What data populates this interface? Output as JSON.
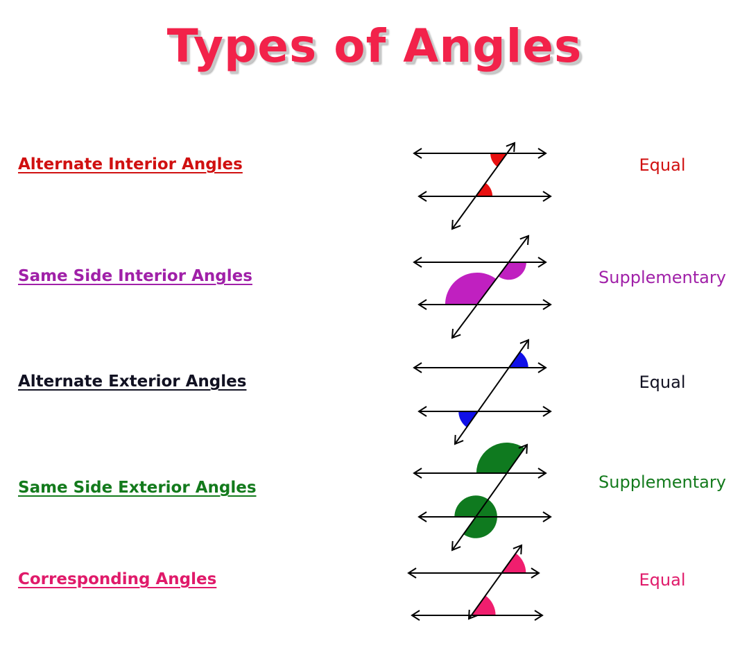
{
  "title": "Types of Angles",
  "rows": [
    {
      "label": "Alternate Interior Angles",
      "relation": "Equal",
      "color": "#d01010",
      "marker_color": "#e81010",
      "kind": "alternate-interior"
    },
    {
      "label": "Same Side Interior Angles",
      "relation": "Supplementary",
      "color": "#a020a8",
      "marker_color": "#c020c0",
      "kind": "same-side-interior"
    },
    {
      "label": "Alternate Exterior Angles",
      "relation": "Equal",
      "color": "#111122",
      "marker_color": "#1010e8",
      "kind": "alternate-exterior"
    },
    {
      "label": "Same Side Exterior Angles",
      "relation": "Supplementary",
      "color": "#137a1c",
      "marker_color": "#0f7a1f",
      "kind": "same-side-exterior"
    },
    {
      "label": "Corresponding Angles",
      "relation": "Equal",
      "color": "#e01a6a",
      "marker_color": "#f01e6e",
      "kind": "corresponding"
    }
  ]
}
